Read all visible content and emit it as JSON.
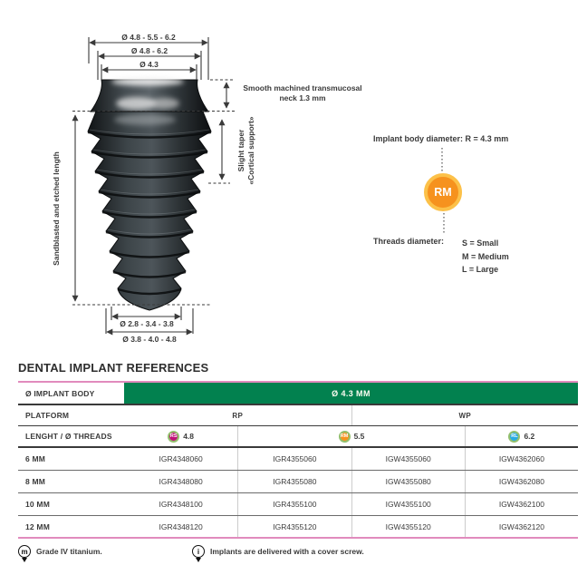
{
  "diagram": {
    "dims": {
      "top1": "Ø 4.8 - 5.5 - 6.2",
      "top2": "Ø 4.8 - 6.2",
      "top3": "Ø 4.3",
      "bottom_inner": "Ø 2.8 - 3.4 - 3.8",
      "bottom_outer": "Ø 3.8 - 4.0 - 4.8"
    },
    "annotations": {
      "neck_line1": "Smooth machined transmucosal",
      "neck_line2": "neck 1.3 mm",
      "taper_line1": "Slight taper",
      "taper_line2": "«Cortical support»",
      "length": "Sandblasted and etched length"
    },
    "legend": {
      "body_diameter": "Implant body diameter: R = 4.3 mm",
      "badge": "RM",
      "badge_color": "#f6921e",
      "badge_ring_color": "#fcc149",
      "threads_label": "Threads diameter:",
      "sizes": [
        "S = Small",
        "M = Medium",
        "L = Large"
      ]
    }
  },
  "table": {
    "title": "DENTAL IMPLANT REFERENCES",
    "implant_body_label": "Ø IMPLANT BODY",
    "implant_body_value": "Ø 4.3 MM",
    "platform_label": "PLATFORM",
    "platforms": [
      "RP",
      "WP"
    ],
    "threads_label": "LENGHT / Ø THREADS",
    "threads": [
      {
        "badge": "RS",
        "value": "4.8",
        "color": "#bf1077"
      },
      {
        "badge": "RM",
        "value": "5.5",
        "color": "#f6921e"
      },
      {
        "badge": "RL",
        "value": "6.2",
        "color": "#29abe2"
      }
    ],
    "rows": [
      {
        "label": "6 MM",
        "codes": [
          "IGR4348060",
          "IGR4355060",
          "IGW4355060",
          "IGW4362060"
        ]
      },
      {
        "label": "8 MM",
        "codes": [
          "IGR4348080",
          "IGR4355080",
          "IGW4355080",
          "IGW4362080"
        ]
      },
      {
        "label": "10 MM",
        "codes": [
          "IGR4348100",
          "IGR4355100",
          "IGW4355100",
          "IGW4362100"
        ]
      },
      {
        "label": "12 MM",
        "codes": [
          "IGR4348120",
          "IGR4355120",
          "IGW4355120",
          "IGW4362120"
        ]
      }
    ],
    "accent_green": "#02814f",
    "accent_pink": "#e18bbd"
  },
  "footer": {
    "notes": [
      {
        "icon": "m",
        "text": "Grade IV titanium."
      },
      {
        "icon": "i",
        "text": "Implants are delivered with a cover screw."
      }
    ]
  }
}
